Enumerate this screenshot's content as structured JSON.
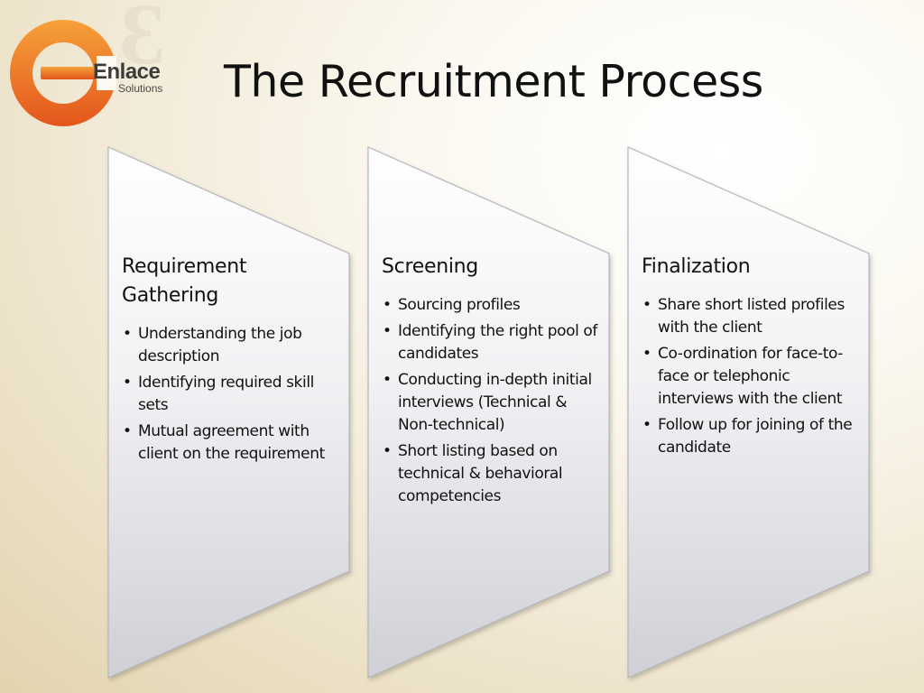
{
  "logo": {
    "name": "Enlace",
    "subtitle": "Solutions",
    "watermark_glyph": "Ɛ",
    "colors": {
      "ring_light": "#f6a13a",
      "ring_dark": "#e4561c"
    }
  },
  "slide": {
    "title": "The Recruitment Process"
  },
  "steps": [
    {
      "heading": "Requirement Gathering",
      "items": [
        "Understanding the job description",
        "Identifying required skill sets",
        "Mutual agreement with client on the requirement"
      ]
    },
    {
      "heading": "Screening",
      "items": [
        "Sourcing profiles",
        "Identifying the right pool of candidates",
        "Conducting in-depth initial interviews (Technical & Non-technical)",
        "Short listing based on technical & behavioral competencies"
      ]
    },
    {
      "heading": "Finalization",
      "items": [
        "Share short listed profiles with the client",
        "Co-ordination for face-to-face or telephonic interviews with the client",
        "Follow up for joining of the candidate"
      ]
    }
  ],
  "bullet_glyph": "•",
  "colors": {
    "panel_top": "#ffffff",
    "panel_bottom": "#cfd0d6",
    "panel_edge": "#b4b5bd"
  }
}
